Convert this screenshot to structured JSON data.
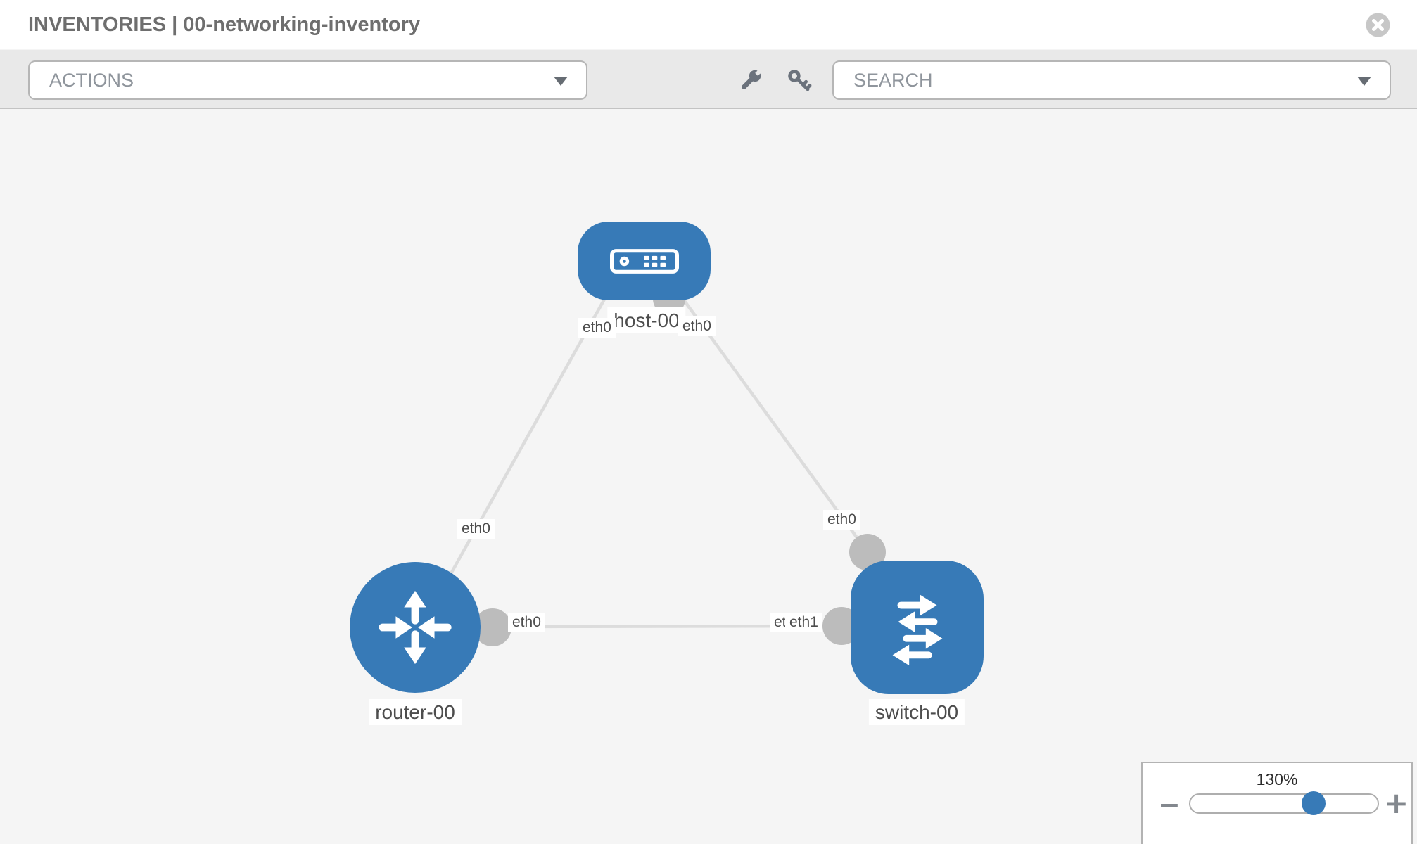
{
  "header": {
    "title": "INVENTORIES | 00-networking-inventory"
  },
  "toolbar": {
    "actions_label": "ACTIONS",
    "search_label": "SEARCH",
    "icons": [
      "wrench-icon",
      "key-icon",
      "chevron-down-icon"
    ]
  },
  "canvas": {
    "nodes": [
      {
        "name": "host-00",
        "type": "host",
        "shape": "rounded-rect",
        "icon": "server-icon"
      },
      {
        "name": "router-00",
        "type": "router",
        "shape": "circle",
        "icon": "router-arrows-icon"
      },
      {
        "name": "switch-00",
        "type": "switch",
        "shape": "rounded-square",
        "icon": "switch-arrows-icon"
      }
    ],
    "links": [
      {
        "from": "host-00",
        "to": "router-00",
        "label": "eth0"
      },
      {
        "from": "host-00",
        "to": "switch-00",
        "label": "eth0"
      },
      {
        "from": "router-00",
        "to": "switch-00",
        "labels": [
          "eth0",
          "eth0",
          "eth1"
        ]
      }
    ],
    "interfaces": {
      "host_left": "eth0",
      "host_right": "eth0",
      "link_host_router": "eth0",
      "link_host_switch": "eth0",
      "router_right": "eth0",
      "switch_eth0": "eth0",
      "switch_eth1": "eth1"
    }
  },
  "zoom_control": {
    "level": "130%",
    "minus_label": "−",
    "plus_label": "+"
  },
  "colors": {
    "node_blue": "#377ab7",
    "link_gray": "#dcdcdc",
    "connector_gray": "#bcbcbc",
    "toolbar_gray": "#e9e9e9",
    "canvas_gray": "#f5f5f5",
    "label_text": "#4d4d4d",
    "title_text": "#6e6e6e"
  }
}
